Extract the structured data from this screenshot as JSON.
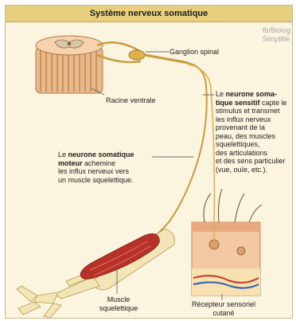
{
  "title": "Système nerveux somatique",
  "watermark": {
    "line1": "fb/Biolog",
    "line2": "Simplifié"
  },
  "labels": {
    "ganglion": "Ganglion spinal",
    "racine": "Racine ventrale",
    "sensitif_prefix": "Le ",
    "sensitif_bold_1": "neurone soma-",
    "sensitif_bold_2": "tique sensitif",
    "sensitif_line2_rest": " capte le",
    "sensitif_lines": [
      "stimulus et transmet",
      "les influx nerveux",
      "provenant de la",
      "peau, des muscles",
      "squelettiques,",
      "des articulations",
      "et des sens particulier",
      "(vue, ouïe, etc.)."
    ],
    "moteur_prefix": "Le ",
    "moteur_bold_1": "neurone somatique",
    "moteur_bold_2": "moteur",
    "moteur_line2_rest": " achemine",
    "moteur_lines": [
      "les influx nerveux vers",
      "un muscle squelettique."
    ],
    "muscle_line1": "Muscle",
    "muscle_line2": "squelettique",
    "recepteur_line1": "Récepteur sensoriel",
    "recepteur_line2": "cutané"
  },
  "colors": {
    "frame_bg": "#fbf4df",
    "title_bg": "#e8cf7e",
    "nerve": "#c79a3d",
    "spinal_cord": "#e8b98a",
    "muscle": "#b8322a",
    "bone": "#f2e6b8",
    "skin": "#f3c9a3"
  }
}
